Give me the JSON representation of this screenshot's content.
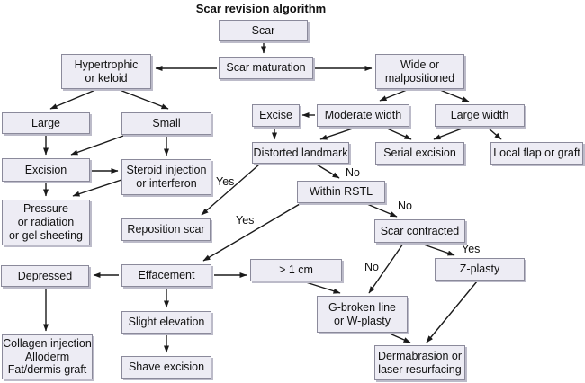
{
  "title": "Scar revision algorithm",
  "nodes": {
    "scar": {
      "label": "Scar"
    },
    "scar_maturation": {
      "label": "Scar maturation"
    },
    "hypertrophic": {
      "label": "Hypertrophic\nor keloid"
    },
    "wide_malpositioned": {
      "label": "Wide or\nmalpositioned"
    },
    "large": {
      "label": "Large"
    },
    "small": {
      "label": "Small"
    },
    "excise": {
      "label": "Excise"
    },
    "moderate_width": {
      "label": "Moderate width"
    },
    "large_width": {
      "label": "Large width"
    },
    "excision": {
      "label": "Excision"
    },
    "steroid_injection": {
      "label": "Steroid injection\nor interferon"
    },
    "distorted_landmark": {
      "label": "Distorted landmark"
    },
    "serial_excision": {
      "label": "Serial excision"
    },
    "local_flap": {
      "label": "Local flap or graft"
    },
    "within_rstl": {
      "label": "Within RSTL"
    },
    "pressure": {
      "label": "Pressure\nor radiation\nor gel sheeting"
    },
    "reposition_scar": {
      "label": "Reposition scar"
    },
    "scar_contracted": {
      "label": "Scar contracted"
    },
    "depressed": {
      "label": "Depressed"
    },
    "effacement": {
      "label": "Effacement"
    },
    "gt_1cm": {
      "label": "> 1 cm"
    },
    "z_plasty": {
      "label": "Z-plasty"
    },
    "g_broken": {
      "label": "G-broken line\nor W-plasty"
    },
    "slight_elevation": {
      "label": "Slight elevation"
    },
    "collagen": {
      "label": "Collagen injection\nAlloderm\nFat/dermis graft"
    },
    "shave_excision": {
      "label": "Shave excision"
    },
    "dermabrasion": {
      "label": "Dermabrasion or\nlaser resurfacing"
    }
  },
  "edge_labels": {
    "yes_reposition": "Yes",
    "yes_effacement": "Yes",
    "no_within": "No",
    "no_contracted": "No",
    "yes_zplasty": "Yes",
    "no_gbroken": "No"
  },
  "colors": {
    "node_fill": "#edecf4",
    "node_border": "#8b8a9b",
    "node_shadow": "#bcbbc9",
    "arrow": "#1a1a1a"
  }
}
